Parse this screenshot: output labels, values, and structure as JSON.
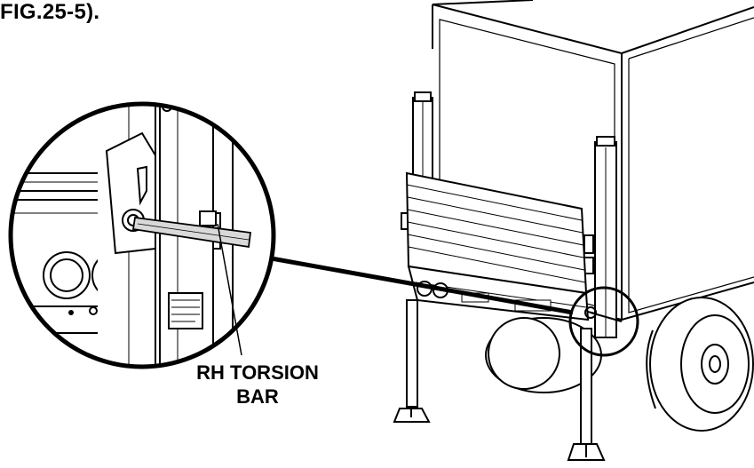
{
  "figure_reference": "FIG.25-5).",
  "callout": {
    "line1": "RH TORSION",
    "line2": "BAR"
  },
  "colors": {
    "line": "#000000",
    "background": "#ffffff",
    "shade": "#d9d9d9"
  }
}
